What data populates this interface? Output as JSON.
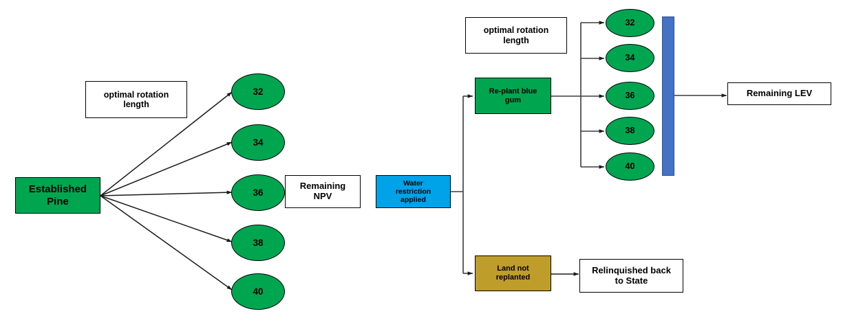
{
  "diagram": {
    "title": "Forestry decision tree: Established Pine rotation and water restriction outcomes",
    "colors": {
      "green": "#00A550",
      "blue_cyan": "#00A2E8",
      "blue_bar": "#4472C4",
      "gold": "#BF9D2B",
      "white": "#FFFFFF",
      "outline": "#000000"
    },
    "left_branch": {
      "source_label": "Established\nPine",
      "annotation_label": "optimal rotation\nlength",
      "rotation_ages": [
        "32",
        "34",
        "36",
        "38",
        "40"
      ],
      "outcome_label": "Remaining\nNPV"
    },
    "right_branch": {
      "trigger_label": "Water\nrestriction\napplied",
      "annotation_label": "optimal rotation\nlength",
      "replant_label": "Re-plant blue\ngum",
      "rotation_ages": [
        "32",
        "34",
        "36",
        "38",
        "40"
      ],
      "outcome_label": "Remaining LEV",
      "no_replant_label": "Land not\nreplanted",
      "no_replant_outcome_label": "Relinquished back\nto State"
    }
  }
}
